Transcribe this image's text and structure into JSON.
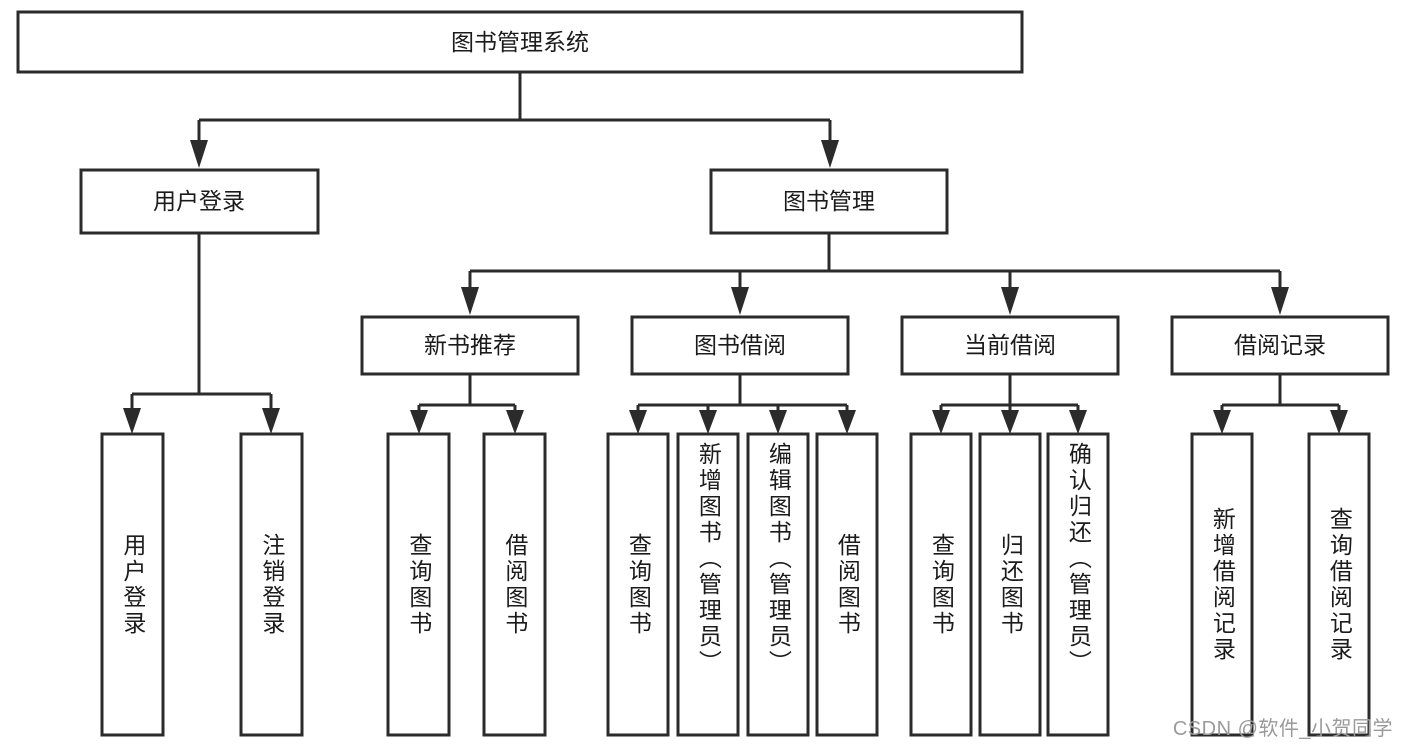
{
  "diagram": {
    "title": "图书管理系统",
    "type": "tree",
    "orientation": "top-down",
    "colors": {
      "box_stroke": "#2b2b2b",
      "box_fill": "#ffffff",
      "line": "#2b2b2b",
      "text": "#1b1b1b",
      "watermark": "#9a9a9a",
      "background": "#ffffff"
    },
    "root": {
      "label": "图书管理系统"
    },
    "level2": [
      {
        "label": "用户登录"
      },
      {
        "label": "图书管理"
      }
    ],
    "level3": [
      {
        "label": "新书推荐"
      },
      {
        "label": "图书借阅"
      },
      {
        "label": "当前借阅"
      },
      {
        "label": "借阅记录"
      }
    ],
    "leaves": {
      "user_login": [
        "用户登录",
        "注销登录"
      ],
      "new_book_recommend": [
        "查询图书",
        "借阅图书"
      ],
      "book_borrow": [
        "查询图书",
        "新增图书（管理员）",
        "编辑图书（管理员）",
        "借阅图书"
      ],
      "current_borrow": [
        "查询图书",
        "归还图书",
        "确认归还（管理员）"
      ],
      "borrow_record": [
        "新增借阅记录",
        "查询借阅记录"
      ]
    }
  },
  "watermark": {
    "text": "CSDN @软件_小贺同学"
  }
}
